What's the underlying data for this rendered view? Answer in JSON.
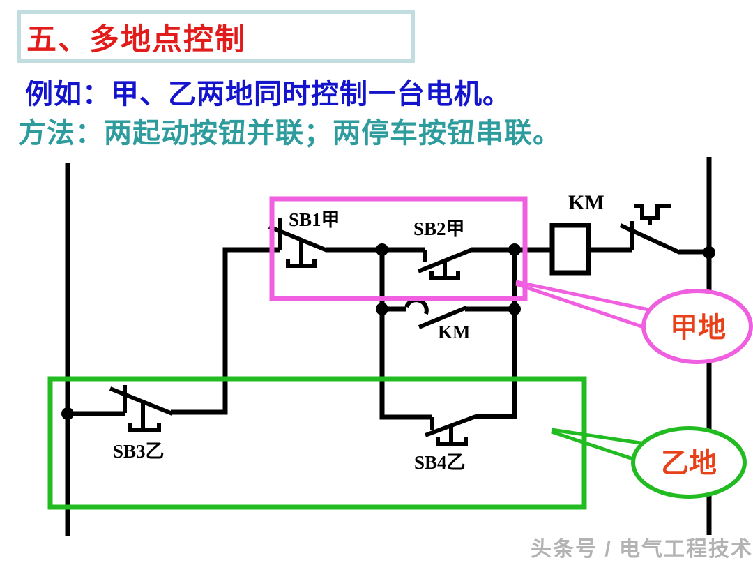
{
  "slide": {
    "title": "五、多地点控制",
    "subtitle_line1": "例如：甲、乙两地同时控制一台电机。",
    "subtitle_line2": "方法：两起动按钮并联；两停车按钮串联。",
    "watermark": "头条号 / 电气工程技术"
  },
  "circuit": {
    "labels": {
      "sb1": "SB1甲",
      "sb2": "SB2甲",
      "sb3": "SB3乙",
      "sb4": "SB4乙",
      "km_coil": "KM",
      "km_aux_contact": "KM"
    },
    "callouts": {
      "location_a": "甲地",
      "location_b": "乙地"
    }
  },
  "colors": {
    "title_red": "#e21b1b",
    "title_box_border": "#c2dde0",
    "example_blue": "#1414cc",
    "method_teal": "#2e9c9c",
    "circuit_black": "#000000",
    "location_a_pink": "#f05fe0",
    "location_b_green": "#22bc22",
    "callout_text_red": "#e8411a",
    "watermark_gray": "#b3b3b3"
  }
}
